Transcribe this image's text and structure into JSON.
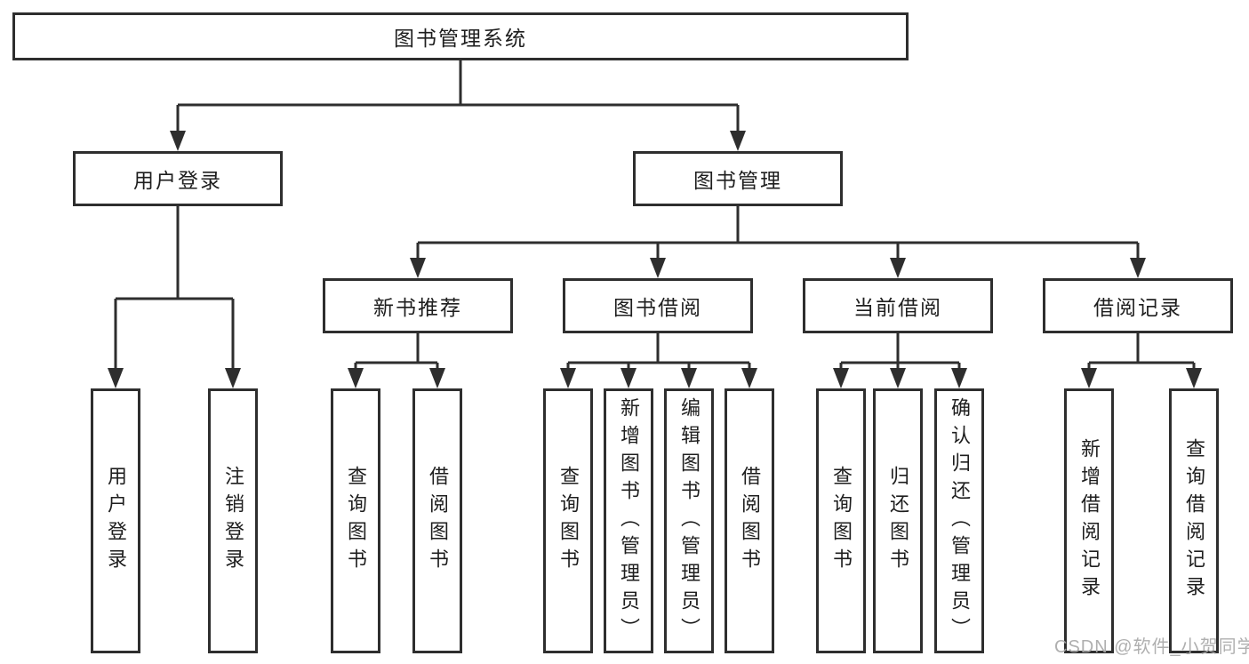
{
  "diagram": {
    "root": {
      "label": "图书管理系统",
      "children": [
        {
          "label": "用户登录",
          "children": [
            {
              "label": "用户登录"
            },
            {
              "label": "注销登录"
            }
          ]
        },
        {
          "label": "图书管理",
          "children": [
            {
              "label": "新书推荐",
              "children": [
                {
                  "label": "查询图书"
                },
                {
                  "label": "借阅图书"
                }
              ]
            },
            {
              "label": "图书借阅",
              "children": [
                {
                  "label": "查询图书"
                },
                {
                  "label": "新增图书（管理员）"
                },
                {
                  "label": "编辑图书（管理员）"
                },
                {
                  "label": "借阅图书"
                }
              ]
            },
            {
              "label": "当前借阅",
              "children": [
                {
                  "label": "查询图书"
                },
                {
                  "label": "归还图书"
                },
                {
                  "label": "确认归还（管理员）"
                }
              ]
            },
            {
              "label": "借阅记录",
              "children": [
                {
                  "label": "新增借阅记录"
                },
                {
                  "label": "查询借阅记录"
                }
              ]
            }
          ]
        }
      ]
    }
  },
  "watermark": {
    "text": "CSDN @软件_小贺同学",
    "color": "#a8a8a8"
  },
  "colors": {
    "line": "#2e2e2e",
    "text": "#1e1e1e",
    "background": "#ffffff"
  }
}
